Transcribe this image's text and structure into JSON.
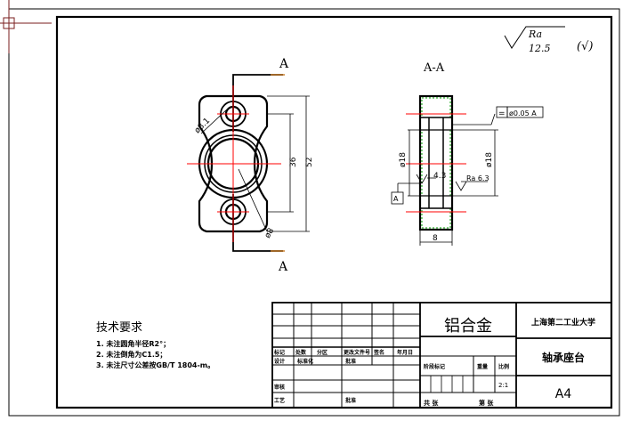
{
  "drawing": {
    "roughness": {
      "symbol_text": "Ra",
      "value": "12.5",
      "other": "(√)"
    },
    "view_labels": {
      "top": "A",
      "bottom": "A",
      "section": "A-A"
    },
    "front_view_dims": {
      "hole": "ø8.1",
      "inner": "36",
      "outer": "52",
      "slot": "ø8"
    },
    "section_dims": {
      "left_height": "ø18",
      "groove": "4.3",
      "right_height": "ø18",
      "width": "8",
      "ra_right": "Ra 6.3"
    },
    "tolerance_frame": {
      "sym": "=",
      "value": "ø0.05 A"
    },
    "datum": "A"
  },
  "tech_req": {
    "title": "技术要求",
    "lines": [
      "1. 未注圆角半径R2°；",
      "2. 未注倒角为C1.5；",
      "3. 未注尺寸公差按GB/T 1804-m。"
    ]
  },
  "title_block": {
    "material": "铝合金",
    "school": "上海第二工业大学",
    "part_name": "轴承座台",
    "paper": "A4",
    "row_labels_1": [
      "标记",
      "处数",
      "分区",
      "更改文件号",
      "签名",
      "年月日"
    ],
    "row_labels_2": [
      "设计",
      "标准化",
      "",
      "批准"
    ],
    "row_labels_3": [
      "审核"
    ],
    "row_labels_4": [
      "工艺",
      "",
      "",
      "批准"
    ],
    "stage_label": "阶段标记",
    "weight_label": "重量",
    "scale_label": "比例",
    "scale_value": "2:1",
    "sheet_total": "共 张",
    "sheet_no": "第 张"
  }
}
